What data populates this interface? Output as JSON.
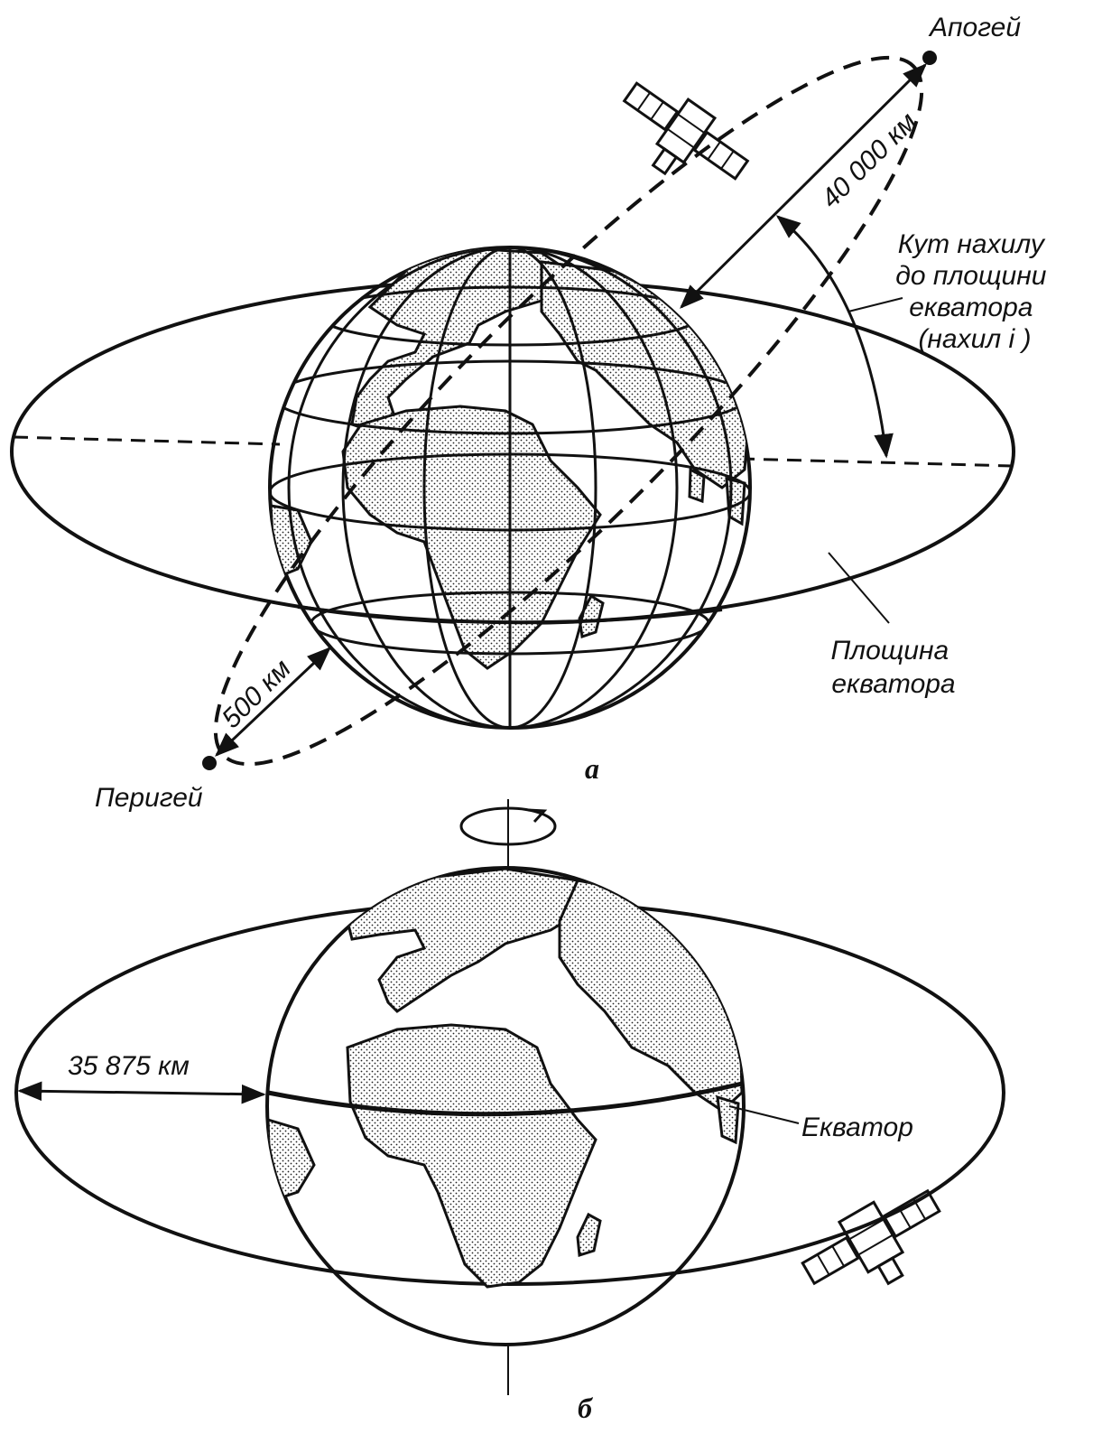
{
  "colors": {
    "ink": "#111111",
    "background": "#ffffff"
  },
  "panel_a": {
    "caption": "а",
    "apogee_label": "Апогей",
    "perigee_label": "Перигей",
    "apogee_distance": "40 000 км",
    "perigee_distance": "500 км",
    "inclination_label": [
      "Кут нахилу",
      "до площини",
      "екватора",
      "(нахил i )"
    ],
    "equator_plane_label": [
      "Площина",
      "екватора"
    ]
  },
  "panel_b": {
    "caption": "б",
    "orbit_distance": "35 875 км",
    "equator_label": "Екватор"
  }
}
